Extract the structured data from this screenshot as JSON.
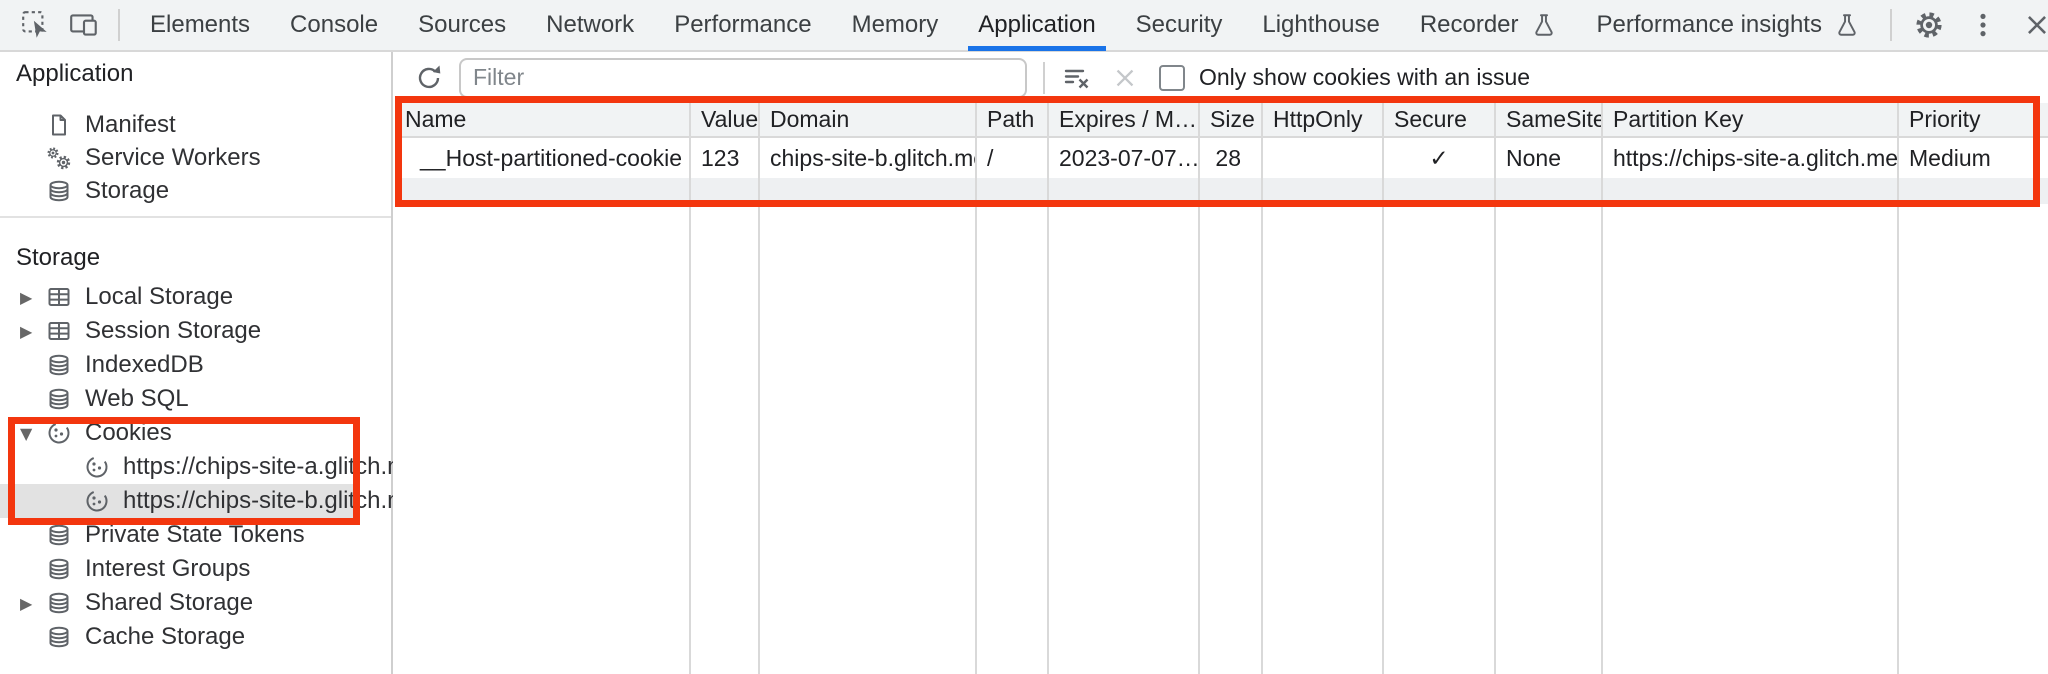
{
  "colors": {
    "accent_blue": "#1a73e8",
    "highlight_red": "#f3360e",
    "tabbar_bg": "#f1f3f4",
    "table_header_bg": "#f1f3f4",
    "stripe_bg": "#eef0f2",
    "selected_item_bg": "#e2e2e2"
  },
  "tabbar": {
    "tabs": [
      "Elements",
      "Console",
      "Sources",
      "Network",
      "Performance",
      "Memory",
      "Application",
      "Security",
      "Lighthouse",
      "Recorder",
      "Performance insights"
    ],
    "selected_tab": "Application"
  },
  "sidebar": {
    "app_section_title": "Application",
    "app_items": [
      "Manifest",
      "Service Workers",
      "Storage"
    ],
    "storage_section_title": "Storage",
    "storage_items": [
      "Local Storage",
      "Session Storage",
      "IndexedDB",
      "Web SQL",
      "Cookies",
      "https://chips-site-a.glitch.me",
      "https://chips-site-b.glitch.me",
      "Private State Tokens",
      "Interest Groups",
      "Shared Storage",
      "Cache Storage"
    ],
    "selected_item": "https://chips-site-b.glitch.me"
  },
  "toolbar": {
    "filter_placeholder": "Filter",
    "filter_value": "",
    "checkbox_label": "Only show cookies with an issue",
    "checkbox_checked": false
  },
  "cookie_table": {
    "columns": [
      "Name",
      "Value",
      "Domain",
      "Path",
      "Expires / M…",
      "Size",
      "HttpOnly",
      "Secure",
      "SameSite",
      "Partition Key",
      "Priority"
    ],
    "row": [
      "__Host-partitioned-cookie",
      "123",
      "chips-site-b.glitch.me",
      "/",
      "2023-07-07…",
      "28",
      "",
      "✓",
      "None",
      "https://chips-site-a.glitch.me",
      "Medium"
    ]
  }
}
